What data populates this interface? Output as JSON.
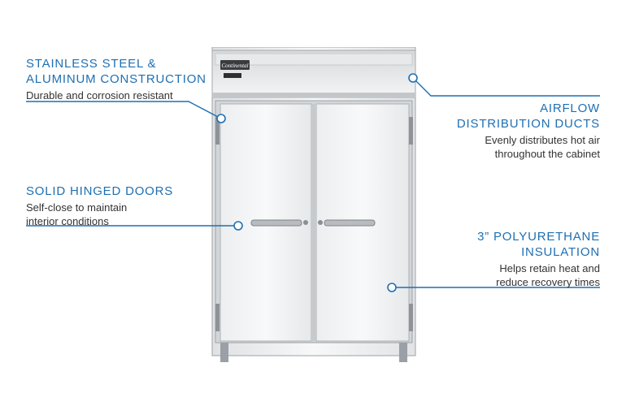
{
  "product": {
    "brand_badge": "Continental",
    "colors": {
      "accent": "#1f6fb2",
      "text": "#333333",
      "steel_light": "#f2f3f4",
      "steel_dark": "#b5b8bb"
    }
  },
  "callouts": [
    {
      "title_lines": [
        "STAINLESS STEEL &",
        "ALUMINUM CONSTRUCTION"
      ],
      "desc_lines": [
        "Durable and corrosion resistant"
      ]
    },
    {
      "title_lines": [
        "AIRFLOW",
        "DISTRIBUTION DUCTS"
      ],
      "desc_lines": [
        "Evenly distributes hot air",
        "throughout the cabinet"
      ]
    },
    {
      "title_lines": [
        "SOLID HINGED DOORS"
      ],
      "desc_lines": [
        "Self-close to maintain",
        "interior conditions"
      ]
    },
    {
      "title_lines": [
        "3” POLYURETHANE",
        "INSULATION"
      ],
      "desc_lines": [
        "Helps retain heat and",
        "reduce recovery times"
      ]
    }
  ]
}
